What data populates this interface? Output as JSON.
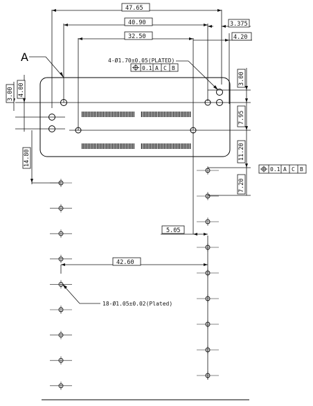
{
  "datum_label": "A",
  "horizontal_dims": {
    "overall": "47.65",
    "inner": "40.90",
    "pitch": "32.50",
    "offset_right": "3.375",
    "offset_hole": "4.20",
    "pin_row_spacing": "42.60",
    "pin_offset": "5.05"
  },
  "vertical_dims": {
    "top_left_a": "3.00",
    "top_left_b": "4.00",
    "left_long": "14.80",
    "right_a": "3.00",
    "right_b": "7.95",
    "right_c": "11.20",
    "right_d": "7.20"
  },
  "notes": {
    "mount_holes": "4-Ø1.70±0.05(PLATED)",
    "pin_holes": "18-Ø1.05±0.02(Plated)"
  },
  "tolerance_frame_top": {
    "symbol": "position-icon",
    "value": "0.1",
    "datums": [
      "A",
      "C",
      "B"
    ]
  },
  "tolerance_frame_right": {
    "symbol": "position-icon",
    "value": "0.1",
    "datums": [
      "A",
      "C",
      "B"
    ]
  },
  "pin_counts": {
    "left_column": 9,
    "right_column": 9
  }
}
